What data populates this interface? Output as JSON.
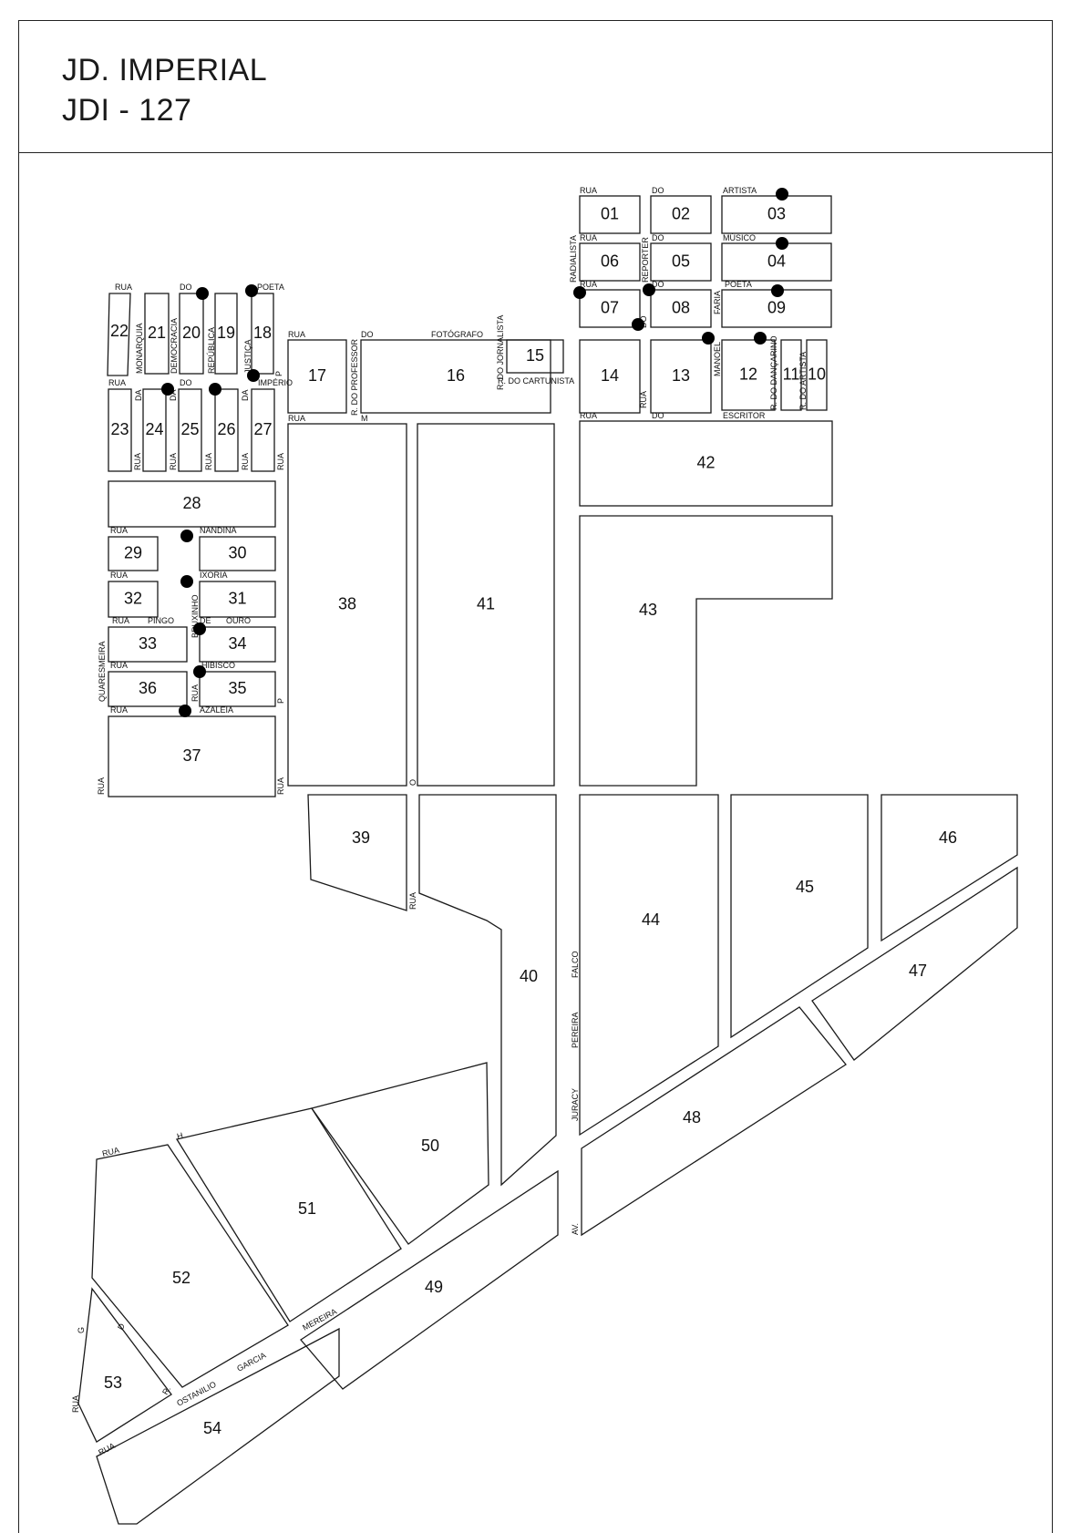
{
  "title": {
    "line1": "JD. IMPERIAL",
    "line2": "JDI - 127"
  },
  "lots": [
    {
      "id": "01"
    },
    {
      "id": "02"
    },
    {
      "id": "03"
    },
    {
      "id": "04"
    },
    {
      "id": "05"
    },
    {
      "id": "06"
    },
    {
      "id": "07"
    },
    {
      "id": "08"
    },
    {
      "id": "09"
    },
    {
      "id": "10"
    },
    {
      "id": "11"
    },
    {
      "id": "12"
    },
    {
      "id": "13"
    },
    {
      "id": "14"
    },
    {
      "id": "15"
    },
    {
      "id": "16"
    },
    {
      "id": "17"
    },
    {
      "id": "18"
    },
    {
      "id": "19"
    },
    {
      "id": "20"
    },
    {
      "id": "21"
    },
    {
      "id": "22"
    },
    {
      "id": "23"
    },
    {
      "id": "24"
    },
    {
      "id": "25"
    },
    {
      "id": "26"
    },
    {
      "id": "27"
    },
    {
      "id": "28"
    },
    {
      "id": "29"
    },
    {
      "id": "30"
    },
    {
      "id": "31"
    },
    {
      "id": "32"
    },
    {
      "id": "33"
    },
    {
      "id": "34"
    },
    {
      "id": "35"
    },
    {
      "id": "36"
    },
    {
      "id": "37"
    },
    {
      "id": "38"
    },
    {
      "id": "39"
    },
    {
      "id": "40"
    },
    {
      "id": "41"
    },
    {
      "id": "42"
    },
    {
      "id": "43"
    },
    {
      "id": "44"
    },
    {
      "id": "45"
    },
    {
      "id": "46"
    },
    {
      "id": "47"
    },
    {
      "id": "48"
    },
    {
      "id": "49"
    },
    {
      "id": "50"
    },
    {
      "id": "51"
    },
    {
      "id": "52"
    },
    {
      "id": "53"
    },
    {
      "id": "54"
    }
  ],
  "street_labels": [
    "RUA",
    "DO",
    "ARTISTA",
    "RUA",
    "DO",
    "MÚSICO",
    "RUA",
    "DO",
    "POETA",
    "RADIALISTA",
    "REPORTER",
    "FARIA",
    "RUA",
    "DO",
    "MANOEL",
    "RUA",
    "DO",
    "ESCRITOR",
    "R. DO DANÇARINO",
    "R. DO ARTISTA",
    "R. DO JORNALISTA",
    "R. DO CARTUNISTA",
    "RUA",
    "DO",
    "FOTÓGRAFO",
    "R. DO PROFESSOR",
    "RUA",
    "M",
    "RUA",
    "DO",
    "POETA",
    "MONARQUIA",
    "DEMOCRACIA",
    "REPÚBLICA",
    "JUSTIÇA",
    "RUA",
    "DA",
    "DA",
    "DO",
    "DA",
    "IMPÉRIO",
    "P",
    "RUA",
    "RUA",
    "RUA",
    "RUA",
    "RUA",
    "RUA",
    "NANDINA",
    "RUA",
    "IXORIA",
    "RUA",
    "PINGO",
    "DE",
    "OURO",
    "BRUXINHO",
    "RUA",
    "HIBISCO",
    "QUARESMEIRA",
    "RUA",
    "RUA",
    "AZALEIA",
    "RUA",
    "RUA",
    "P",
    "O",
    "RUA",
    "FALCO",
    "PEREIRA",
    "JURACY",
    "AV.",
    "RUA",
    "H",
    "G",
    "D",
    "RUA",
    "RUA",
    "OSTANILIO",
    "GARCIA",
    "MEREIRA",
    "R."
  ]
}
